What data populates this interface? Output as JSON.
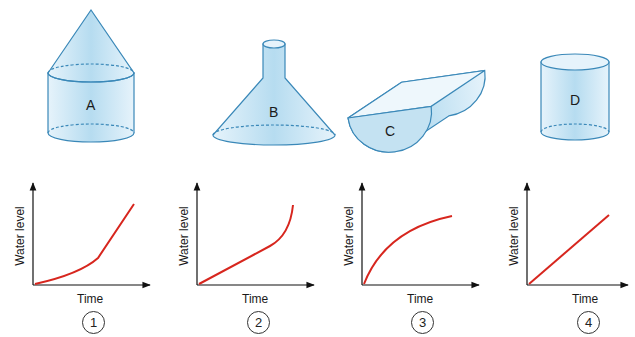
{
  "diagram": {
    "nodes": [
      {
        "text": [
          "A"
        ]
      },
      {
        "text": [
          "B"
        ]
      },
      {
        "text": [
          "C"
        ]
      },
      {
        "text": [
          "D"
        ]
      },
      {
        "text": [
          "1"
        ]
      },
      {
        "text": [
          "2"
        ]
      },
      {
        "text": [
          "3"
        ]
      },
      {
        "text": [
          "4"
        ]
      }
    ],
    "labels": [
      "Water level",
      "Time",
      "Water level",
      "Time",
      "Water level",
      "Time",
      "Water level",
      "Time"
    ]
  }
}
